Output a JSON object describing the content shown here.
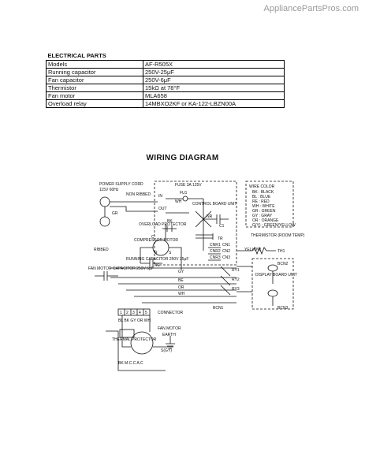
{
  "watermark": "AppliancePartsPros.com",
  "parts_table": {
    "title": "ELECTRICAL PARTS",
    "rows": [
      {
        "label": "Models",
        "value": "AF-R505X"
      },
      {
        "label": "Running capacitor",
        "value": "250V-25μF"
      },
      {
        "label": "Fan capacitor",
        "value": "250V-6μF"
      },
      {
        "label": "Thermistor",
        "value": "15kΩ at 78°F"
      },
      {
        "label": "Fan motor",
        "value": "MLA658"
      },
      {
        "label": "Overload relay",
        "value": "14MBXO2KF or KA-122-LBZN00A"
      }
    ]
  },
  "diagram": {
    "title": "WIRING DIAGRAM",
    "labels": {
      "power_cord": "POWER SUPPLY CORD",
      "voltage": "115V 60Hz",
      "non_ribbed": "NON RIBBED",
      "ribbed": "RIBBED",
      "gr": "GR",
      "fuse": "FUSE 3A 125V",
      "fu1": "FU1",
      "control_board": "CONTROL BOARD UNIT",
      "in": "IN",
      "out": "OUT",
      "wh": "WH",
      "bk": "BK",
      "overload": "OVERLOAD PROTECTOR",
      "compressor": "COMPRESSOR MOTOR",
      "running_cap": "RUNNING CAPACITOR 250V 25μF",
      "fan_cap": "FAN MOTOR CAPACITOR 250V 6μF",
      "thermal": "THERMAL PROTECTOR",
      "fan_motor": "FAN MOTOR",
      "earth": "EARTH",
      "connector": "CONNECTOR",
      "thermistor": "THERMISTOR (ROOM TEMP)",
      "display": "DISPLAY BOARD UNIT",
      "yellow": "YELLOW",
      "nr": "NR",
      "c1": "C1",
      "tr": "TR",
      "cn1": "CN1",
      "cn2": "CN2",
      "cn3": "CN3",
      "cnr1": "CNR1",
      "cnr2": "CNR2",
      "cnr3": "CNR3",
      "bcn1": "BCN1",
      "bcn2": "BCN2",
      "bcn3": "BCN3",
      "th1": "TH1",
      "ry1": "RY1",
      "ry2": "RY2",
      "ry3": "RY3",
      "gy": "GY",
      "be": "BE",
      "or": "OR",
      "s_gy": "S(GY)",
      "motor_ends": "BL BK GY OR WH",
      "motor_terms": "BK M.C.C  A.C",
      "term_c": "C",
      "term_r": "R",
      "term_s": "S",
      "term_re": "RE",
      "pins": [
        "1",
        "2",
        "3",
        "4",
        "5"
      ]
    },
    "wire_color": {
      "title": "WIRE COLOR",
      "items": [
        "BK : BLACK",
        "BL : BLUE",
        "RE : RED",
        "WH : WHITE",
        "GR : GREEN",
        "GY : GRAY",
        "OR : ORANGE",
        "G(Y) : GREEN/YELLOW"
      ]
    }
  }
}
